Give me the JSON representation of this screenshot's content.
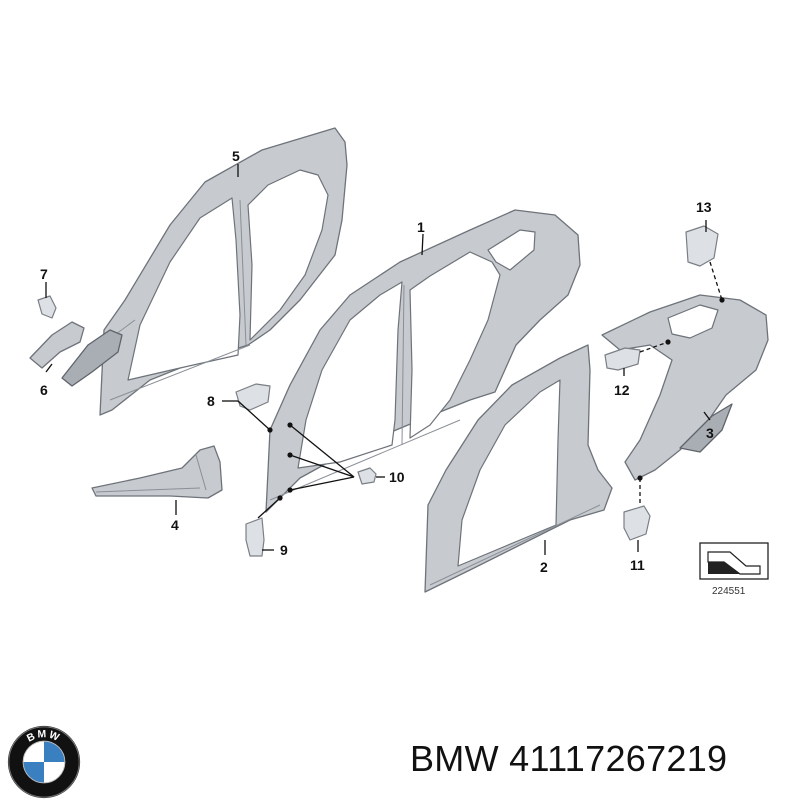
{
  "callouts": [
    {
      "label": "1"
    },
    {
      "label": "2"
    },
    {
      "label": "3"
    },
    {
      "label": "4"
    },
    {
      "label": "5"
    },
    {
      "label": "6"
    },
    {
      "label": "7"
    },
    {
      "label": "8"
    },
    {
      "label": "9"
    },
    {
      "label": "10"
    },
    {
      "label": "11"
    },
    {
      "label": "12"
    },
    {
      "label": "13"
    }
  ],
  "reference_number": "224551",
  "product": {
    "brand": "BMW",
    "part_number": "41117267219",
    "caption": "BMW 41117267219"
  },
  "logo": {
    "brand_text": "BMW",
    "colors": {
      "ring": "#111111",
      "blue": "#3a7fc0",
      "white": "#ffffff"
    }
  },
  "colors": {
    "part_fill": "#c7cbd0",
    "part_stroke": "#6e737a",
    "leader": "#111111",
    "background": "#ffffff"
  }
}
